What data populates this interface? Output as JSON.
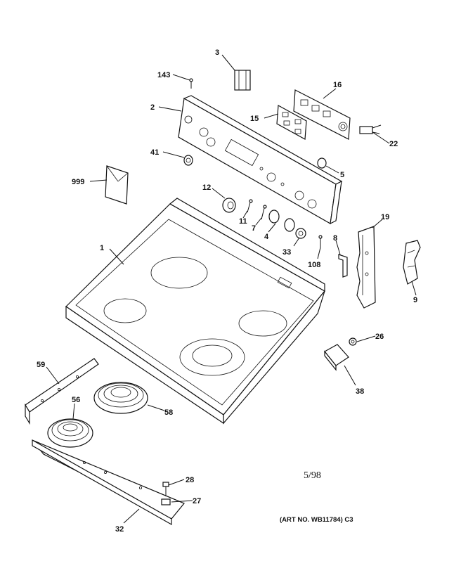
{
  "callouts": [
    {
      "id": "c143",
      "text": "143"
    },
    {
      "id": "c3",
      "text": "3"
    },
    {
      "id": "c2",
      "text": "2"
    },
    {
      "id": "c16",
      "text": "16"
    },
    {
      "id": "c15",
      "text": "15"
    },
    {
      "id": "c22",
      "text": "22"
    },
    {
      "id": "c41",
      "text": "41"
    },
    {
      "id": "c5",
      "text": "5"
    },
    {
      "id": "c999",
      "text": "999"
    },
    {
      "id": "c12",
      "text": "12"
    },
    {
      "id": "c11",
      "text": "11"
    },
    {
      "id": "c7",
      "text": "7"
    },
    {
      "id": "c4",
      "text": "4"
    },
    {
      "id": "c33",
      "text": "33"
    },
    {
      "id": "c8",
      "text": "8"
    },
    {
      "id": "c108",
      "text": "108"
    },
    {
      "id": "c19",
      "text": "19"
    },
    {
      "id": "c9",
      "text": "9"
    },
    {
      "id": "c1",
      "text": "1"
    },
    {
      "id": "c26",
      "text": "26"
    },
    {
      "id": "c38",
      "text": "38"
    },
    {
      "id": "c59",
      "text": "59"
    },
    {
      "id": "c56",
      "text": "56"
    },
    {
      "id": "c58",
      "text": "58"
    },
    {
      "id": "c28",
      "text": "28"
    },
    {
      "id": "c27",
      "text": "27"
    },
    {
      "id": "c32",
      "text": "32"
    }
  ],
  "date_note": "5/98",
  "art_number": "(ART NO. WB11784) C3"
}
